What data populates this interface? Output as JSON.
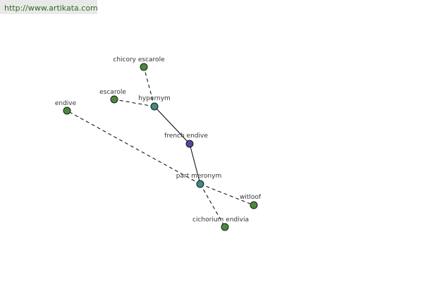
{
  "header": {
    "url": "http://www.artikata.com"
  },
  "colors": {
    "leaf": "#4a8a3c",
    "relation": "#3f8a86",
    "center": "#4a4a9e"
  },
  "nodes": [
    {
      "id": "french_endive",
      "label": "french endive",
      "kind": "center"
    },
    {
      "id": "hypernym",
      "label": "hypernym",
      "kind": "relation"
    },
    {
      "id": "part_meronym",
      "label": "part meronym",
      "kind": "relation"
    },
    {
      "id": "chicory_escarole",
      "label": "chicory escarole",
      "kind": "leaf"
    },
    {
      "id": "escarole",
      "label": "escarole",
      "kind": "leaf"
    },
    {
      "id": "endive",
      "label": "endive",
      "kind": "leaf"
    },
    {
      "id": "witloof",
      "label": "witloof",
      "kind": "leaf"
    },
    {
      "id": "cichorium_endivia",
      "label": "cichorium endivia",
      "kind": "leaf"
    }
  ],
  "edges": [
    {
      "from": "french_endive",
      "to": "hypernym",
      "style": "solid"
    },
    {
      "from": "french_endive",
      "to": "part_meronym",
      "style": "solid"
    },
    {
      "from": "hypernym",
      "to": "chicory_escarole",
      "style": "dashed"
    },
    {
      "from": "hypernym",
      "to": "escarole",
      "style": "dashed"
    },
    {
      "from": "part_meronym",
      "to": "endive",
      "style": "dashed"
    },
    {
      "from": "part_meronym",
      "to": "witloof",
      "style": "dashed"
    },
    {
      "from": "part_meronym",
      "to": "cichorium_endivia",
      "style": "dashed"
    }
  ]
}
